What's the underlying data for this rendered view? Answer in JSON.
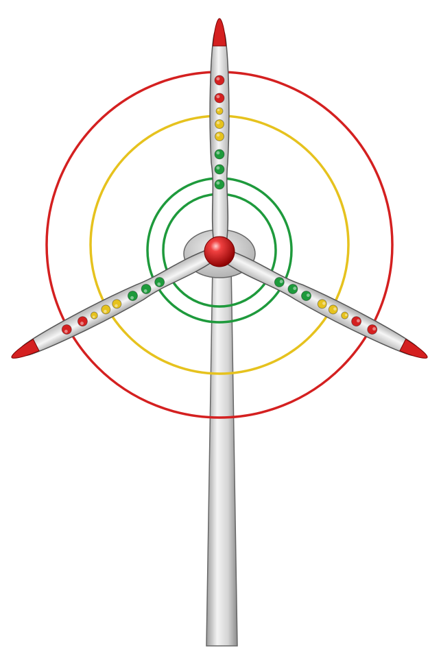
{
  "colors": {
    "red": "#d42020",
    "yellow": "#e6c21e",
    "green": "#1e9a3c",
    "blade": "#d8d8d8",
    "tower": "#d0d0d0",
    "outline": "#555555",
    "background": "#ffffff"
  },
  "diagram": {
    "blade_count": 3,
    "ring_zones": [
      "green",
      "green",
      "yellow",
      "red"
    ],
    "blade_marker_sequence": [
      "red",
      "red",
      "yellow",
      "yellow",
      "yellow",
      "green",
      "green",
      "green"
    ]
  }
}
